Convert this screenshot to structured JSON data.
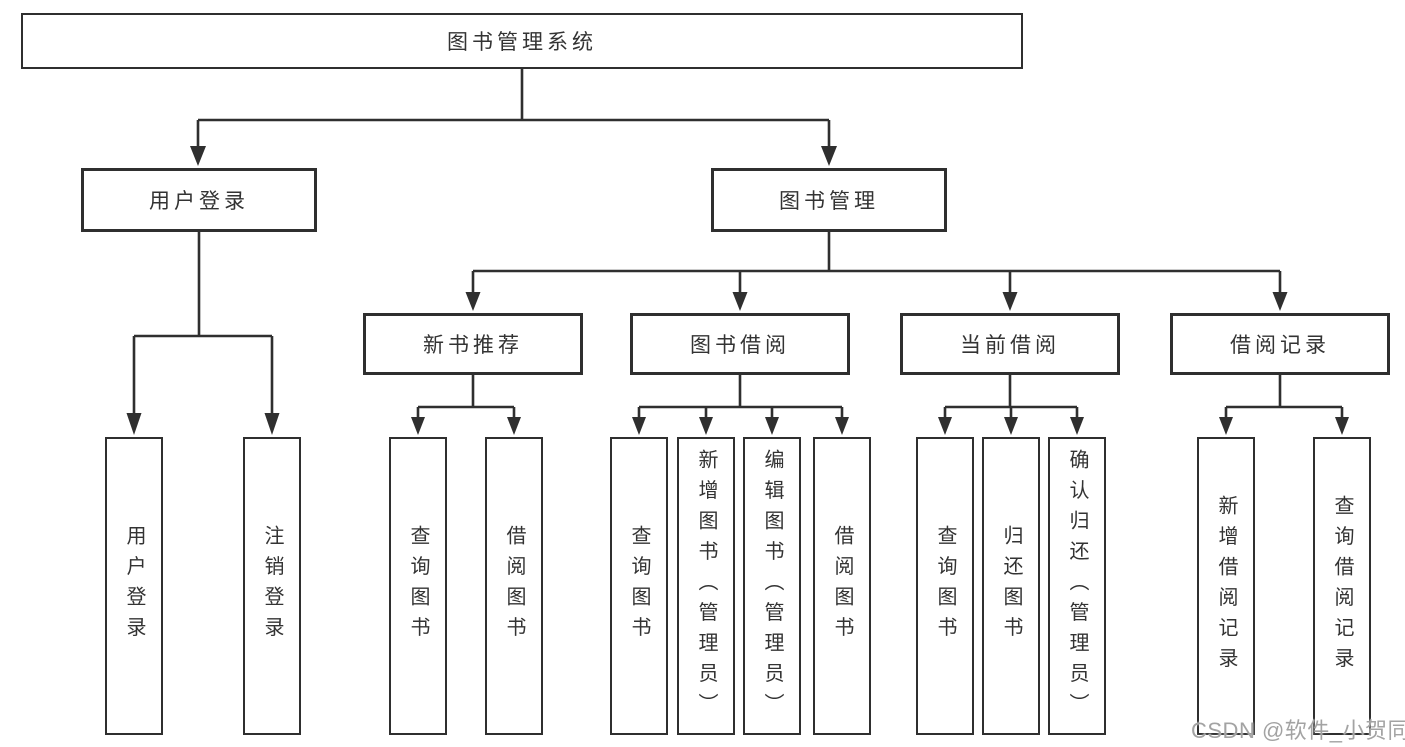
{
  "tree": {
    "root": {
      "label": "图书管理系统"
    },
    "branches": [
      {
        "label": "用户登录",
        "children": [
          {
            "label": "用户登录"
          },
          {
            "label": "注销登录"
          }
        ]
      },
      {
        "label": "图书管理",
        "modules": [
          {
            "label": "新书推荐",
            "children": [
              {
                "label": "查询图书"
              },
              {
                "label": "借阅图书"
              }
            ]
          },
          {
            "label": "图书借阅",
            "children": [
              {
                "label": "查询图书"
              },
              {
                "label": "新增图书（管理员）"
              },
              {
                "label": "编辑图书（管理员）"
              },
              {
                "label": "借阅图书"
              }
            ]
          },
          {
            "label": "当前借阅",
            "children": [
              {
                "label": "查询图书"
              },
              {
                "label": "归还图书"
              },
              {
                "label": "确认归还（管理员）"
              }
            ]
          },
          {
            "label": "借阅记录",
            "children": [
              {
                "label": "新增借阅记录"
              },
              {
                "label": "查询借阅记录"
              }
            ]
          }
        ]
      }
    ]
  },
  "watermark": {
    "text": "CSDN @软件_小贺同学"
  },
  "colors": {
    "line": "#2f2f2f",
    "text": "#333333",
    "watermark": "#a3a3a3",
    "bg": "#ffffff"
  }
}
